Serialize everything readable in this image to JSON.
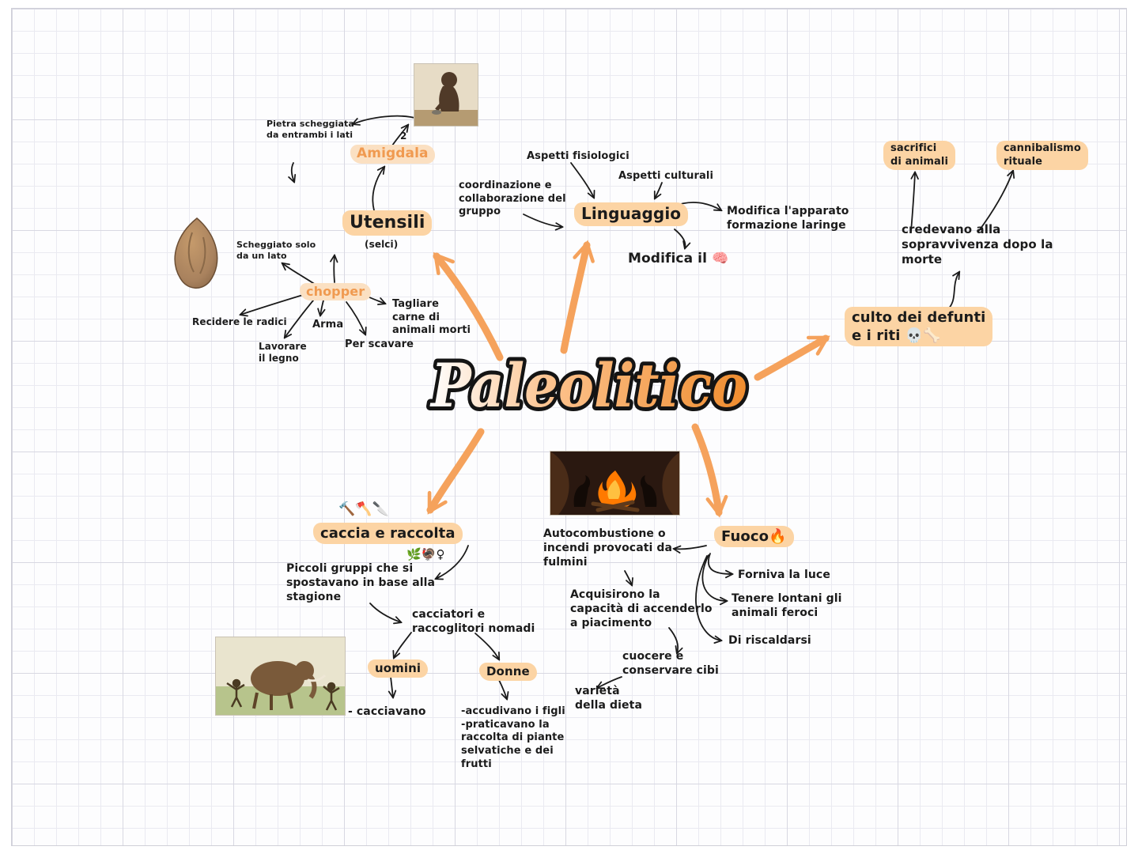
{
  "title": "Paleolitico",
  "colors": {
    "accent": "#f5a25c",
    "highlight": "#fcd4a4",
    "ink": "#1b1b1b"
  },
  "images": {
    "primate": "early-human-with-stone-tool",
    "handaxe": "amigdala-stone-handaxe",
    "fire": "people-around-campfire",
    "hunt": "mammoth-hunting-scene"
  },
  "labels": {
    "pietra": "Pietra scheggiata\nda entrambi i lati",
    "amigdala_note": "2",
    "amigdala": "Amigdala",
    "utensili": "Utensili",
    "selci": "(selci)",
    "scheggiato": "Scheggiato solo\nda un lato",
    "chopper": "chopper",
    "tagliare": "Tagliare\ncarne di\nanimali morti",
    "recidere": "Recidere le radici",
    "arma": "Arma",
    "scavare": "Per scavare",
    "legno": "Lavorare\nil legno",
    "fisiologici": "Aspetti fisiologici",
    "culturali": "Aspetti culturali",
    "coordinazione": "coordinazione e\ncollaborazione del\ngruppo",
    "linguaggio": "Linguaggio",
    "apparato": "Modifica l'apparato\nformazione laringe",
    "cervello": "Modifica il 🧠",
    "sacrifici": "sacrifici\ndi animali",
    "cannibalismo": "cannibalismo\nrituale",
    "credevano": "credevano alla\nsopravvivenza dopo la\nmorte",
    "culto": "culto dei defunti\ne i riti 💀🦴",
    "caccia_icons_top": "🔨🪓🔪",
    "caccia": "caccia e raccolta",
    "caccia_icons_bottom": "🌿🦃♀",
    "piccoli": "Piccoli gruppi che si\nspostavano in base alla\nstagione",
    "cacciatori": "cacciatori e\nraccoglitori nomadi",
    "uomini": "uomini",
    "donne": "Donne",
    "cacciavano": "- cacciavano",
    "donne_note": "-accudivano i figli\n-praticavano la\nraccolta di piante\nselvatiche e dei\nfrutti",
    "autocombustione": "Autocombustione o\nincendi provocati da\nfulmini",
    "fuoco": "Fuoco🔥",
    "luce": "Forniva la luce",
    "animali_feroci": "Tenere lontani gli\nanimali feroci",
    "riscaldarsi": "Di riscaldarsi",
    "acquisirono": "Acquisirono la\ncapacità di accenderlo\na piacimento",
    "cuocere": "cuocere e\nconservare cibi",
    "varieta": "varietà\ndella dieta"
  }
}
